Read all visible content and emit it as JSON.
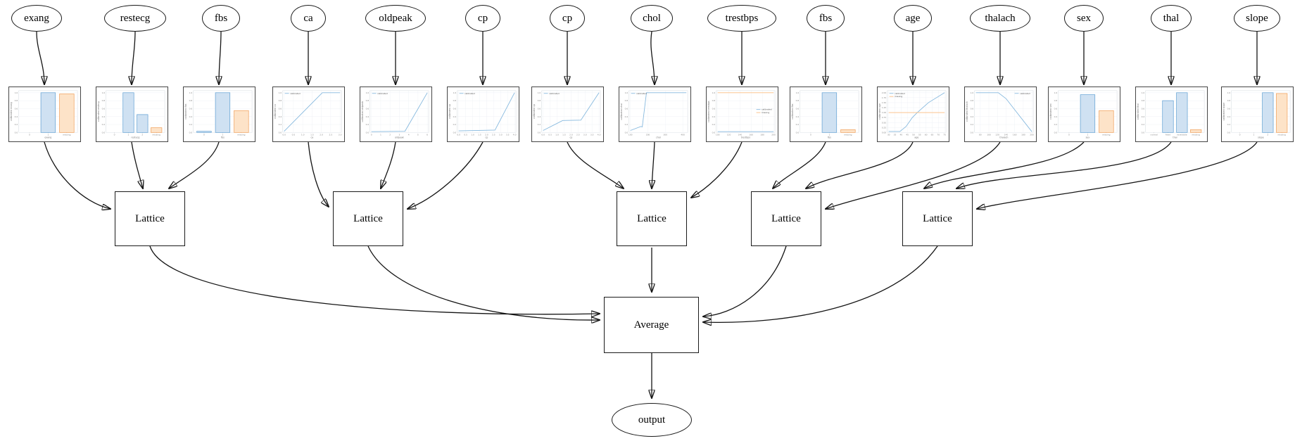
{
  "graph": {
    "feature_nodes": [
      "exang",
      "restecg",
      "fbs",
      "ca",
      "oldpeak",
      "cp",
      "cp",
      "chol",
      "trestbps",
      "fbs",
      "age",
      "thalach",
      "sex",
      "thal",
      "slope"
    ],
    "lattice_nodes": [
      "Lattice",
      "Lattice",
      "Lattice",
      "Lattice",
      "Lattice"
    ],
    "combiner": "Average",
    "output": "output"
  },
  "colors": {
    "edge": "#141414",
    "calibrated_line": "#85b8de",
    "missing_line": "#fbbd80",
    "bar_blue_fill": "#cfe1f2",
    "bar_blue_edge": "#5b9dd1",
    "bar_orange_fill": "#fde3c8",
    "bar_orange_edge": "#f09c54",
    "grid": "#e9eef4",
    "axis_frame": "#cdd3da",
    "tick_text": "#888888",
    "label_text": "#777777"
  },
  "chart_data": [
    {
      "feature": "exang",
      "type": "bar",
      "xlabel": "exang",
      "ylabel": "calibrated exang",
      "categories": [
        "0",
        "1",
        "missing"
      ],
      "values": [
        0,
        1.0,
        0.97
      ],
      "bar_colors": [
        "blue",
        "blue",
        "orange"
      ],
      "ylim": [
        0,
        1
      ],
      "yticks": [
        "0.0",
        "0.2",
        "0.4",
        "0.6",
        "0.8",
        "1.0"
      ],
      "legend": []
    },
    {
      "feature": "restecg",
      "type": "bar",
      "xlabel": "restecg",
      "ylabel": "calibrated restecg",
      "categories": [
        "0",
        "1",
        "2",
        "missing"
      ],
      "values": [
        0,
        1.0,
        0.45,
        0.12
      ],
      "bar_colors": [
        "blue",
        "blue",
        "blue",
        "orange"
      ],
      "ylim": [
        0,
        1
      ],
      "yticks": [
        "0.0",
        "0.2",
        "0.4",
        "0.6",
        "0.8",
        "1.0"
      ],
      "legend": []
    },
    {
      "feature": "fbs",
      "type": "bar",
      "xlabel": "fbs",
      "ylabel": "calibrated fbs",
      "categories": [
        "0",
        "1",
        "missing"
      ],
      "values": [
        0.03,
        1.0,
        0.55
      ],
      "bar_colors": [
        "blue",
        "blue",
        "orange"
      ],
      "ylim": [
        0,
        1
      ],
      "yticks": [
        "0.0",
        "0.2",
        "0.4",
        "0.6",
        "0.8",
        "1.0"
      ],
      "legend": []
    },
    {
      "feature": "ca",
      "type": "line",
      "xlabel": "ca",
      "ylabel": "calibrated ca",
      "xlim": [
        0,
        3
      ],
      "xticks": [
        "0.0",
        "0.5",
        "1.0",
        "1.5",
        "2.0",
        "2.5",
        "3.0"
      ],
      "ylim": [
        0,
        1
      ],
      "yticks": [
        "0.0",
        "0.2",
        "0.4",
        "0.6",
        "0.8",
        "1.0"
      ],
      "series": [
        {
          "name": "calibrated",
          "color": "blue",
          "points": [
            [
              0,
              0.03
            ],
            [
              2.05,
              1.0
            ],
            [
              3,
              1.0
            ]
          ]
        }
      ],
      "legend_pos": "nw"
    },
    {
      "feature": "oldpeak",
      "type": "line",
      "xlabel": "oldpeak",
      "ylabel": "calibrated oldpeak",
      "xlim": [
        0,
        6
      ],
      "xticks": [
        "0",
        "1",
        "2",
        "3",
        "4",
        "5",
        "6"
      ],
      "ylim": [
        0,
        1
      ],
      "yticks": [
        "0.0",
        "0.2",
        "0.4",
        "0.6",
        "0.8",
        "1.0"
      ],
      "series": [
        {
          "name": "calibrated",
          "color": "blue",
          "points": [
            [
              0,
              0.02
            ],
            [
              3.6,
              0.03
            ],
            [
              6,
              1.0
            ]
          ]
        }
      ],
      "legend_pos": "nw"
    },
    {
      "feature": "cp",
      "type": "line",
      "xlabel": "cp",
      "ylabel": "calibrated cp",
      "xlim": [
        0,
        4
      ],
      "xticks": [
        "0.0",
        "0.5",
        "1.0",
        "1.5",
        "2.0",
        "2.5",
        "3.0",
        "3.5",
        "4.0"
      ],
      "ylim": [
        0,
        1
      ],
      "yticks": [
        "0.0",
        "0.2",
        "0.4",
        "0.6",
        "0.8",
        "1.0"
      ],
      "series": [
        {
          "name": "calibrated",
          "color": "blue",
          "points": [
            [
              0,
              0.04
            ],
            [
              2.6,
              0.06
            ],
            [
              4,
              1.0
            ]
          ]
        }
      ],
      "legend_pos": "nw"
    },
    {
      "feature": "cp",
      "type": "line",
      "xlabel": "cp",
      "ylabel": "calibrated cp",
      "xlim": [
        0,
        4
      ],
      "xticks": [
        "0.0",
        "0.5",
        "1.0",
        "1.5",
        "2.0",
        "2.5",
        "3.0",
        "3.5",
        "4.0"
      ],
      "ylim": [
        0,
        1
      ],
      "yticks": [
        "0.0",
        "0.2",
        "0.4",
        "0.6",
        "0.8",
        "1.0"
      ],
      "series": [
        {
          "name": "calibrated",
          "color": "blue",
          "points": [
            [
              0,
              0.05
            ],
            [
              1.4,
              0.3
            ],
            [
              2.7,
              0.31
            ],
            [
              4,
              1.0
            ]
          ]
        }
      ],
      "legend_pos": "nw"
    },
    {
      "feature": "chol",
      "type": "line",
      "xlabel": "chol",
      "ylabel": "calibrated chol",
      "xlim": [
        100,
        420
      ],
      "xticks": [
        "100",
        "200",
        "300",
        "400"
      ],
      "ylim": [
        0,
        1
      ],
      "yticks": [
        "0.0",
        "0.2",
        "0.4",
        "0.6",
        "0.8",
        "1.0"
      ],
      "series": [
        {
          "name": "calibrated",
          "color": "blue",
          "points": [
            [
              100,
              0.05
            ],
            [
              160,
              0.15
            ],
            [
              168,
              0.14
            ],
            [
              192,
              1.0
            ],
            [
              420,
              1.0
            ]
          ]
        }
      ],
      "legend_pos": "nw"
    },
    {
      "feature": "trestbps",
      "type": "line",
      "xlabel": "trestbps",
      "ylabel": "calibrated trestbps",
      "xlim": [
        100,
        200
      ],
      "xticks": [
        "100",
        "120",
        "140",
        "160",
        "180",
        "200"
      ],
      "ylim": [
        0,
        1
      ],
      "yticks": [
        "0.0",
        "0.2",
        "0.4",
        "0.6",
        "0.8",
        "1.0"
      ],
      "series": [
        {
          "name": "calibrated",
          "color": "blue",
          "points": [
            [
              100,
              0.02
            ],
            [
              200,
              0.02
            ]
          ]
        },
        {
          "name": "missing",
          "color": "orange",
          "points": [
            [
              100,
              1.0
            ],
            [
              200,
              1.0
            ]
          ]
        }
      ],
      "legend_pos": "e"
    },
    {
      "feature": "fbs",
      "type": "bar",
      "xlabel": "fbs",
      "ylabel": "calibrated fbs",
      "categories": [
        "0",
        "1",
        "missing"
      ],
      "values": [
        0,
        1.0,
        0.07
      ],
      "bar_colors": [
        "blue",
        "blue",
        "orange"
      ],
      "ylim": [
        0,
        1
      ],
      "yticks": [
        "0.0",
        "0.2",
        "0.4",
        "0.6",
        "0.8",
        "1.0"
      ],
      "legend": []
    },
    {
      "feature": "age",
      "type": "line",
      "xlabel": "age",
      "ylabel": "calibrated age",
      "xlim": [
        30,
        75
      ],
      "xticks": [
        "30",
        "35",
        "40",
        "45",
        "50",
        "55",
        "60",
        "65",
        "70",
        "75"
      ],
      "ylim": [
        0,
        2
      ],
      "yticks": [
        "0.00",
        "0.25",
        "0.50",
        "0.75",
        "1.00",
        "1.25",
        "1.50",
        "1.75",
        "2.00"
      ],
      "series": [
        {
          "name": "calibrated",
          "color": "blue",
          "points": [
            [
              30,
              0.05
            ],
            [
              39,
              0.05
            ],
            [
              44,
              0.3
            ],
            [
              49,
              0.75
            ],
            [
              53,
              1.0
            ],
            [
              62,
              1.5
            ],
            [
              75,
              2.0
            ]
          ]
        },
        {
          "name": "missing",
          "color": "orange",
          "points": [
            [
              30,
              1.0
            ],
            [
              75,
              1.0
            ]
          ]
        }
      ],
      "legend_pos": "nw"
    },
    {
      "feature": "thalach",
      "type": "line",
      "xlabel": "thalach",
      "ylabel": "calibrated thalach",
      "xlim": [
        70,
        200
      ],
      "xticks": [
        "80",
        "100",
        "120",
        "140",
        "160",
        "180",
        "200"
      ],
      "ylim": [
        0,
        1
      ],
      "yticks": [
        "0.0",
        "0.2",
        "0.4",
        "0.6",
        "0.8",
        "1.0"
      ],
      "series": [
        {
          "name": "calibrated",
          "color": "blue",
          "points": [
            [
              70,
              1.0
            ],
            [
              122,
              1.0
            ],
            [
              140,
              0.85
            ],
            [
              158,
              0.6
            ],
            [
              200,
              0.02
            ]
          ]
        }
      ],
      "legend_pos": "ne"
    },
    {
      "feature": "sex",
      "type": "bar",
      "xlabel": "sex",
      "ylabel": "calibrated sex",
      "categories": [
        "0",
        "1",
        "missing"
      ],
      "values": [
        0,
        0.95,
        0.55
      ],
      "bar_colors": [
        "blue",
        "blue",
        "orange"
      ],
      "ylim": [
        0,
        1
      ],
      "yticks": [
        "0.0",
        "0.2",
        "0.4",
        "0.6",
        "0.8",
        "1.0"
      ],
      "legend": []
    },
    {
      "feature": "thal",
      "type": "bar",
      "xlabel": "thal",
      "ylabel": "calibrated thal",
      "categories": [
        "normal",
        "fixed",
        "reversible",
        "missing"
      ],
      "values": [
        0,
        0.8,
        1.0,
        0.07
      ],
      "bar_colors": [
        "blue",
        "blue",
        "blue",
        "orange"
      ],
      "ylim": [
        0,
        1
      ],
      "yticks": [
        "0.0",
        "0.2",
        "0.4",
        "0.6",
        "0.8",
        "1.0"
      ],
      "legend": []
    },
    {
      "feature": "slope",
      "type": "bar",
      "xlabel": "slope",
      "ylabel": "calibrated slope",
      "categories": [
        "0",
        "1",
        "2",
        "missing"
      ],
      "values": [
        0,
        0,
        1.0,
        0.98
      ],
      "bar_colors": [
        "blue",
        "blue",
        "blue",
        "orange"
      ],
      "ylim": [
        0,
        1
      ],
      "yticks": [
        "0.0",
        "0.2",
        "0.4",
        "0.6",
        "0.8",
        "1.0"
      ],
      "legend": []
    }
  ]
}
